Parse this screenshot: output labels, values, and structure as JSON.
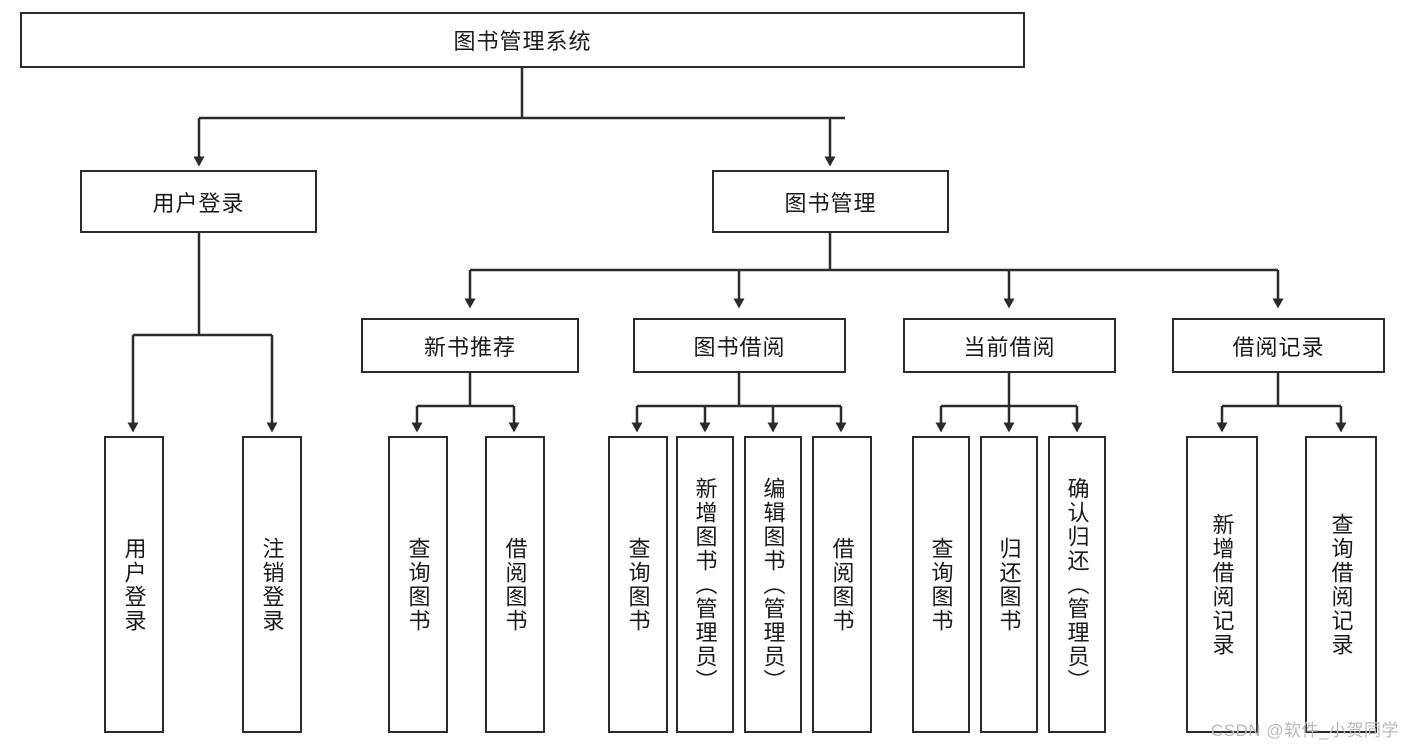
{
  "diagram": {
    "title": "图书管理系统",
    "type": "tree-hierarchy-diagram",
    "background_color": "#ffffff",
    "line_color": "#2b2b2b",
    "text_color": "#1a1a1a",
    "levels": 3,
    "root": {
      "label": "图书管理系统",
      "orientation": "horizontal"
    },
    "level2": [
      {
        "label": "用户登录",
        "orientation": "horizontal"
      },
      {
        "label": "图书管理",
        "orientation": "horizontal"
      }
    ],
    "level3": [
      {
        "label": "新书推荐",
        "orientation": "horizontal"
      },
      {
        "label": "图书借阅",
        "orientation": "horizontal"
      },
      {
        "label": "当前借阅",
        "orientation": "horizontal"
      },
      {
        "label": "借阅记录",
        "orientation": "horizontal"
      }
    ],
    "leaves": {
      "user_login": [
        {
          "label": "用户登录",
          "orientation": "vertical"
        },
        {
          "label": "注销登录",
          "orientation": "vertical"
        }
      ],
      "new_book_recommend": [
        {
          "label": "查询图书",
          "orientation": "vertical"
        },
        {
          "label": "借阅图书",
          "orientation": "vertical"
        }
      ],
      "book_borrow": [
        {
          "label": "查询图书",
          "orientation": "vertical"
        },
        {
          "label": "新增图书（管理员）",
          "orientation": "vertical"
        },
        {
          "label": "编辑图书（管理员）",
          "orientation": "vertical"
        },
        {
          "label": "借阅图书",
          "orientation": "vertical"
        }
      ],
      "current_borrow": [
        {
          "label": "查询图书",
          "orientation": "vertical"
        },
        {
          "label": "归还图书",
          "orientation": "vertical"
        },
        {
          "label": "确认归还（管理员）",
          "orientation": "vertical"
        }
      ],
      "borrow_record": [
        {
          "label": "新增借阅记录",
          "orientation": "vertical"
        },
        {
          "label": "查询借阅记录",
          "orientation": "vertical"
        }
      ]
    }
  },
  "watermark": {
    "text": "CSDN @软件_小贺同学"
  }
}
